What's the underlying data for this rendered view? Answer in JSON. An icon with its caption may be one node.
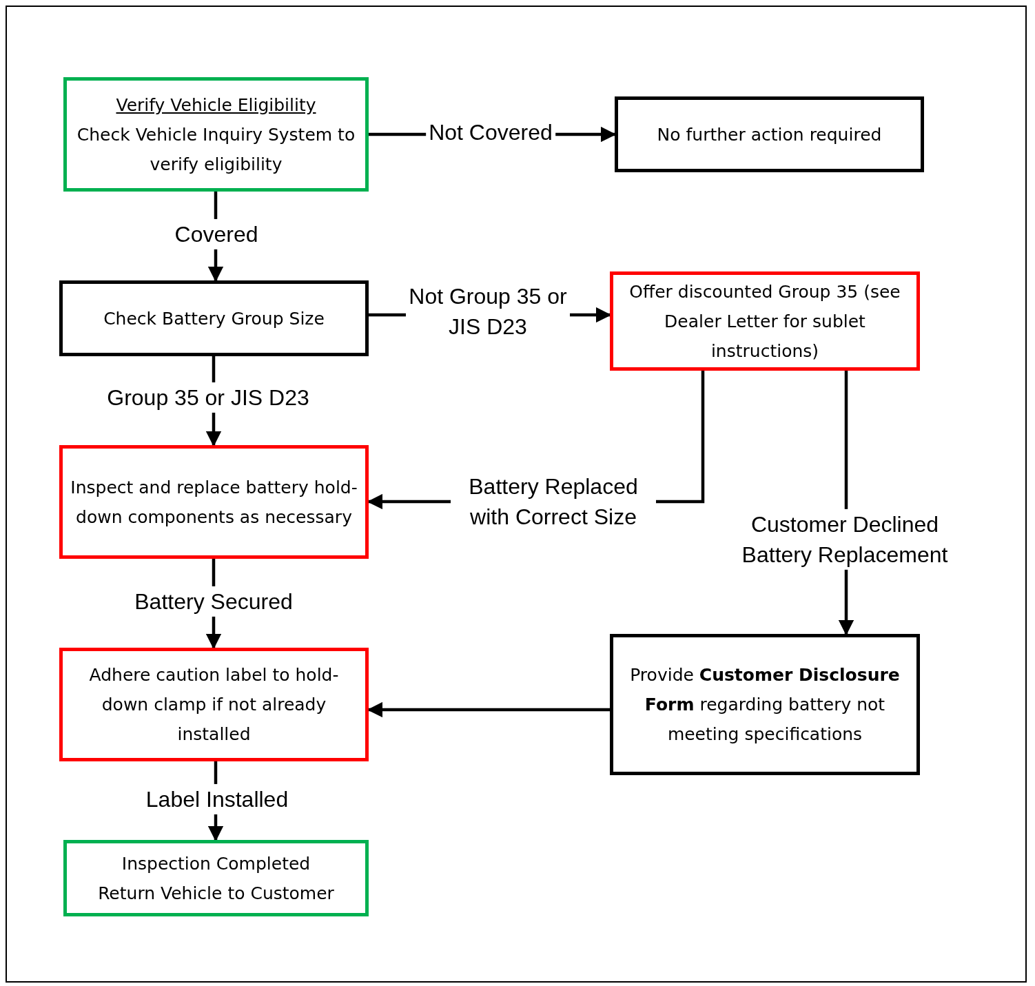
{
  "diagram": {
    "nodes": [
      {
        "text": [
          "Verify Vehicle Eligibility",
          "Check Vehicle Inquiry System to verify eligibility"
        ]
      },
      {
        "text": [
          "No further action required"
        ]
      },
      {
        "text": [
          "Check Battery Group Size"
        ]
      },
      {
        "text": [
          "Offer discounted Group 35 (see Dealer Letter for sublet instructions)"
        ]
      },
      {
        "text": [
          "Inspect and replace battery hold-down components as necessary"
        ]
      },
      {
        "text": [
          "Provide **Customer Disclosure Form** regarding battery not meeting specifications"
        ]
      },
      {
        "text": [
          "Adhere caution label to hold-down clamp if not already installed"
        ]
      },
      {
        "text": [
          "Inspection Completed",
          "Return Vehicle to Customer"
        ]
      }
    ],
    "edges": [
      {
        "from": 0,
        "to": 1,
        "arrow": "to",
        "label": "Not Covered"
      },
      {
        "from": 0,
        "to": 2,
        "arrow": "to",
        "label": "Covered"
      },
      {
        "from": 2,
        "to": 3,
        "arrow": "to",
        "label": "Not Group 35 or JIS D23"
      },
      {
        "from": 2,
        "to": 4,
        "arrow": "to",
        "label": "Group 35 or JIS D23"
      },
      {
        "from": 3,
        "to": 4,
        "arrow": "to",
        "label": "Battery Replaced with Correct Size"
      },
      {
        "from": 3,
        "to": 5,
        "arrow": "to",
        "label": "Customer Declined Battery Replacement"
      },
      {
        "from": 4,
        "to": 6,
        "arrow": "to",
        "label": "Battery Secured"
      },
      {
        "from": 5,
        "to": 6,
        "arrow": "to"
      },
      {
        "from": 6,
        "to": 7,
        "arrow": "to",
        "label": "Label Installed"
      }
    ]
  }
}
